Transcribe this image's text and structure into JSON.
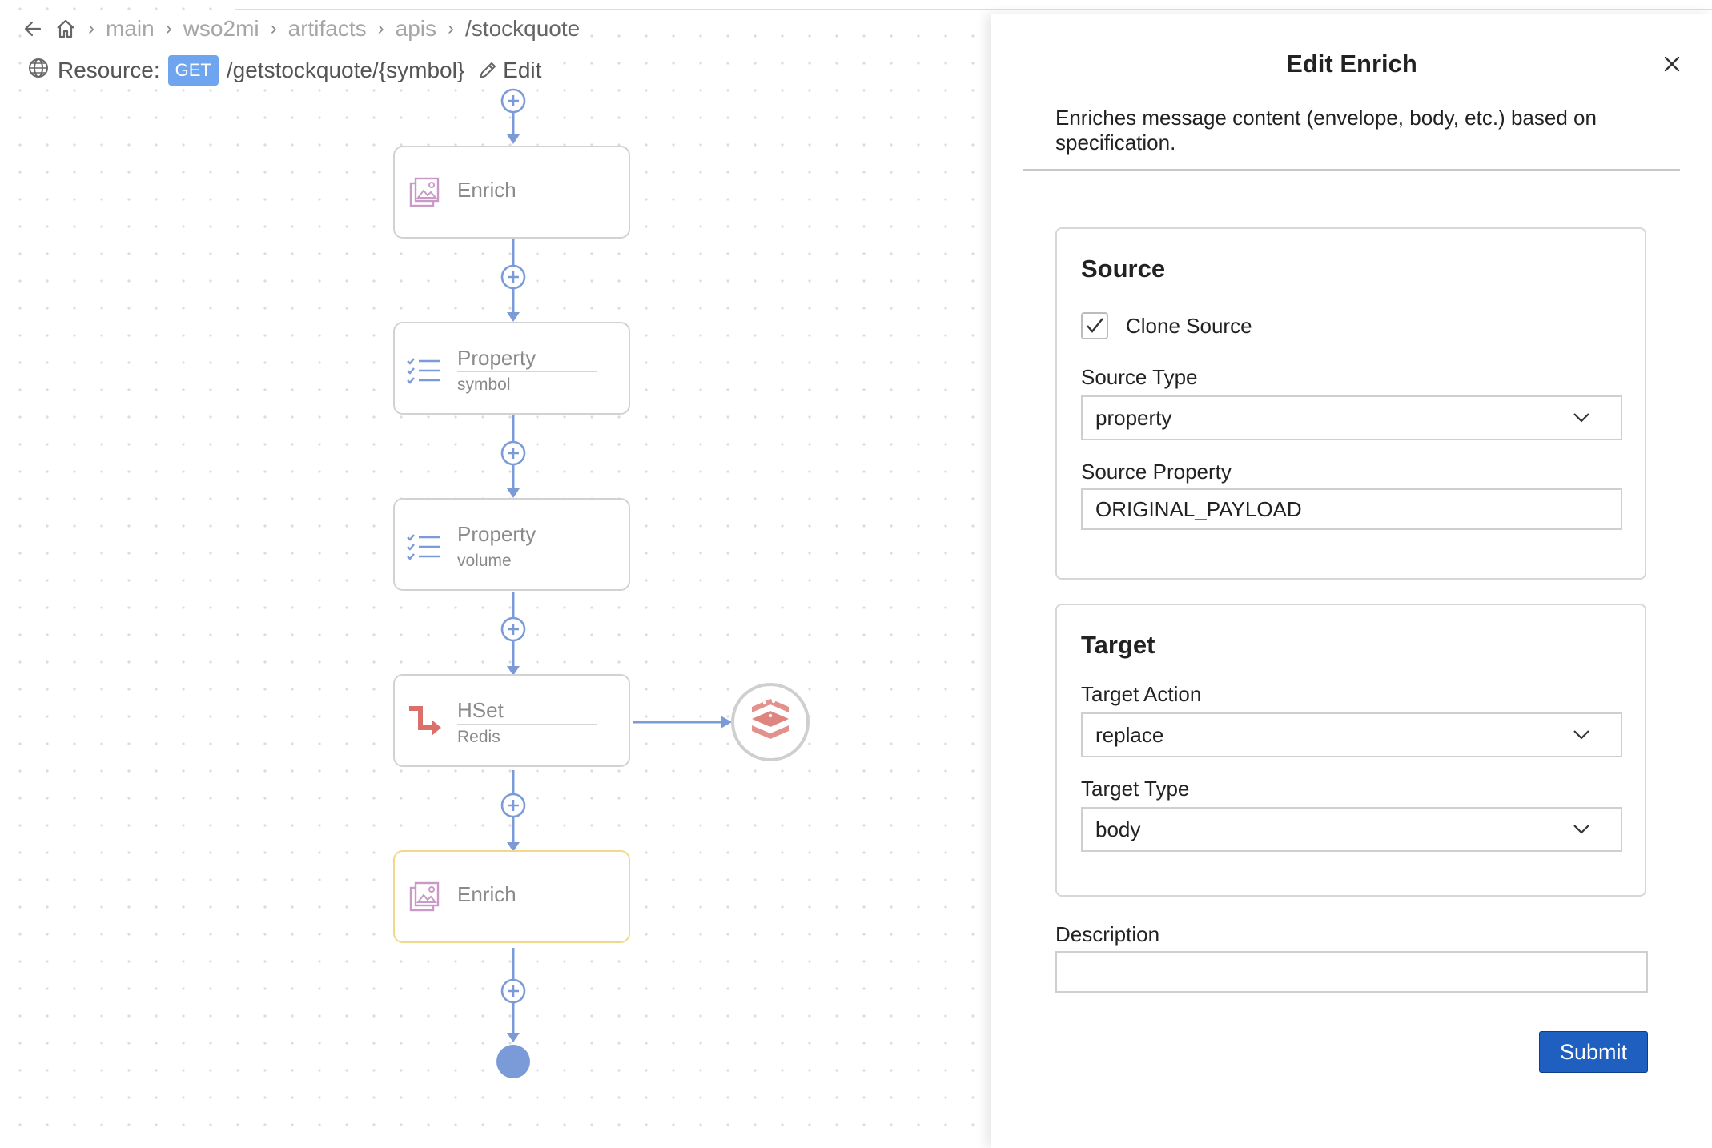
{
  "breadcrumb": {
    "items": [
      "main",
      "wso2mi",
      "artifacts",
      "apis",
      "/stockquote"
    ]
  },
  "resource": {
    "label": "Resource:",
    "method": "GET",
    "path": "/getstockquote/{symbol}",
    "edit_label": "Edit"
  },
  "diagram": {
    "nodes": [
      {
        "title": "Enrich",
        "subtitle": "",
        "icon": "enrich-icon"
      },
      {
        "title": "Property",
        "subtitle": "symbol",
        "icon": "property-list-icon"
      },
      {
        "title": "Property",
        "subtitle": "volume",
        "icon": "property-list-icon"
      },
      {
        "title": "HSet",
        "subtitle": "Redis",
        "icon": "redis-arrow-icon"
      },
      {
        "title": "Enrich",
        "subtitle": "",
        "icon": "enrich-icon"
      }
    ],
    "connection_icon": "redis-icon"
  },
  "panel": {
    "title": "Edit Enrich",
    "description": "Enriches message content (envelope, body, etc.) based on specification.",
    "source": {
      "heading": "Source",
      "clone_label": "Clone Source",
      "clone_checked": true,
      "type_label": "Source Type",
      "type_value": "property",
      "property_label": "Source Property",
      "property_value": "ORIGINAL_PAYLOAD"
    },
    "target": {
      "heading": "Target",
      "action_label": "Target Action",
      "action_value": "replace",
      "type_label": "Target Type",
      "type_value": "body"
    },
    "description_label": "Description",
    "description_value": "",
    "submit_label": "Submit"
  },
  "colors": {
    "accent": "#1e5fbf",
    "flow_line": "#7b9bd8",
    "method_badge": "#6fa5ee",
    "selected_border": "#f0d98a",
    "redis_red": "#d9706a"
  }
}
